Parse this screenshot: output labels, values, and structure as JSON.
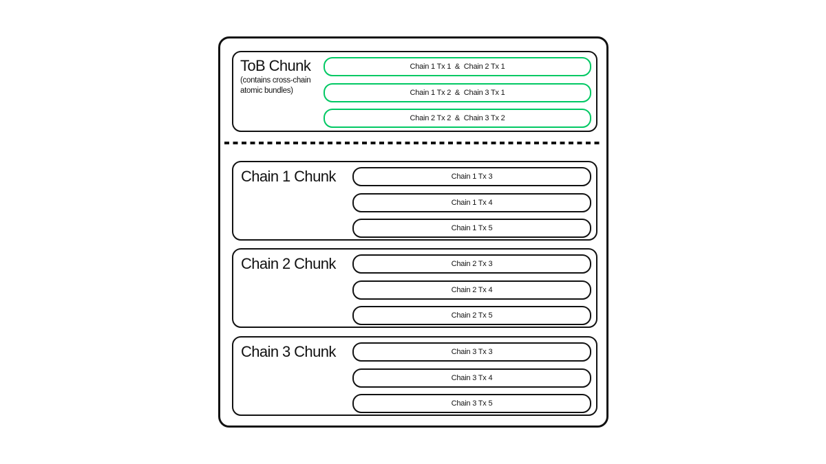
{
  "colors": {
    "accent_green": "#00c863",
    "stroke": "#111111",
    "background": "#ffffff"
  },
  "tob": {
    "title": "ToB Chunk",
    "subtitle": "(contains cross-chain\natomic bundles)",
    "bundles": [
      {
        "label": "Chain 1 Tx 1  &  Chain 2 Tx 1"
      },
      {
        "label": "Chain 1 Tx 2  &  Chain 3 Tx 1"
      },
      {
        "label": "Chain 2 Tx 2  &  Chain 3 Tx 2"
      }
    ]
  },
  "chunks": [
    {
      "title": "Chain 1 Chunk",
      "txs": [
        "Chain 1 Tx 3",
        "Chain 1 Tx 4",
        "Chain 1 Tx 5"
      ]
    },
    {
      "title": "Chain 2 Chunk",
      "txs": [
        "Chain 2 Tx 3",
        "Chain 2 Tx 4",
        "Chain 2 Tx 5"
      ]
    },
    {
      "title": "Chain 3 Chunk",
      "txs": [
        "Chain 3 Tx 3",
        "Chain 3 Tx 4",
        "Chain 3 Tx 5"
      ]
    }
  ]
}
